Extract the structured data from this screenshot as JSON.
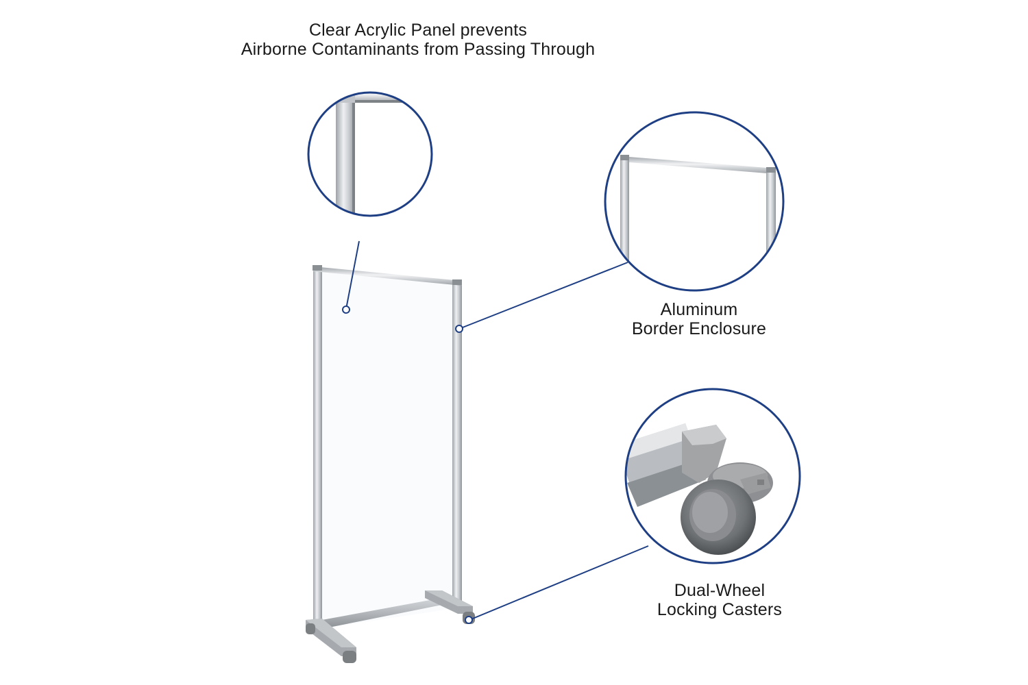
{
  "callouts": {
    "acrylic": {
      "line1": "Clear Acrylic Panel prevents",
      "line2": "Airborne Contaminants from Passing Through"
    },
    "aluminum": {
      "line1": "Aluminum",
      "line2": "Border Enclosure"
    },
    "casters": {
      "line1": "Dual-Wheel",
      "line2": "Locking Casters"
    }
  },
  "colors": {
    "callout_ring": "#1f3f84",
    "frame": "#c9ccd0",
    "caster": "#8d8f92"
  }
}
